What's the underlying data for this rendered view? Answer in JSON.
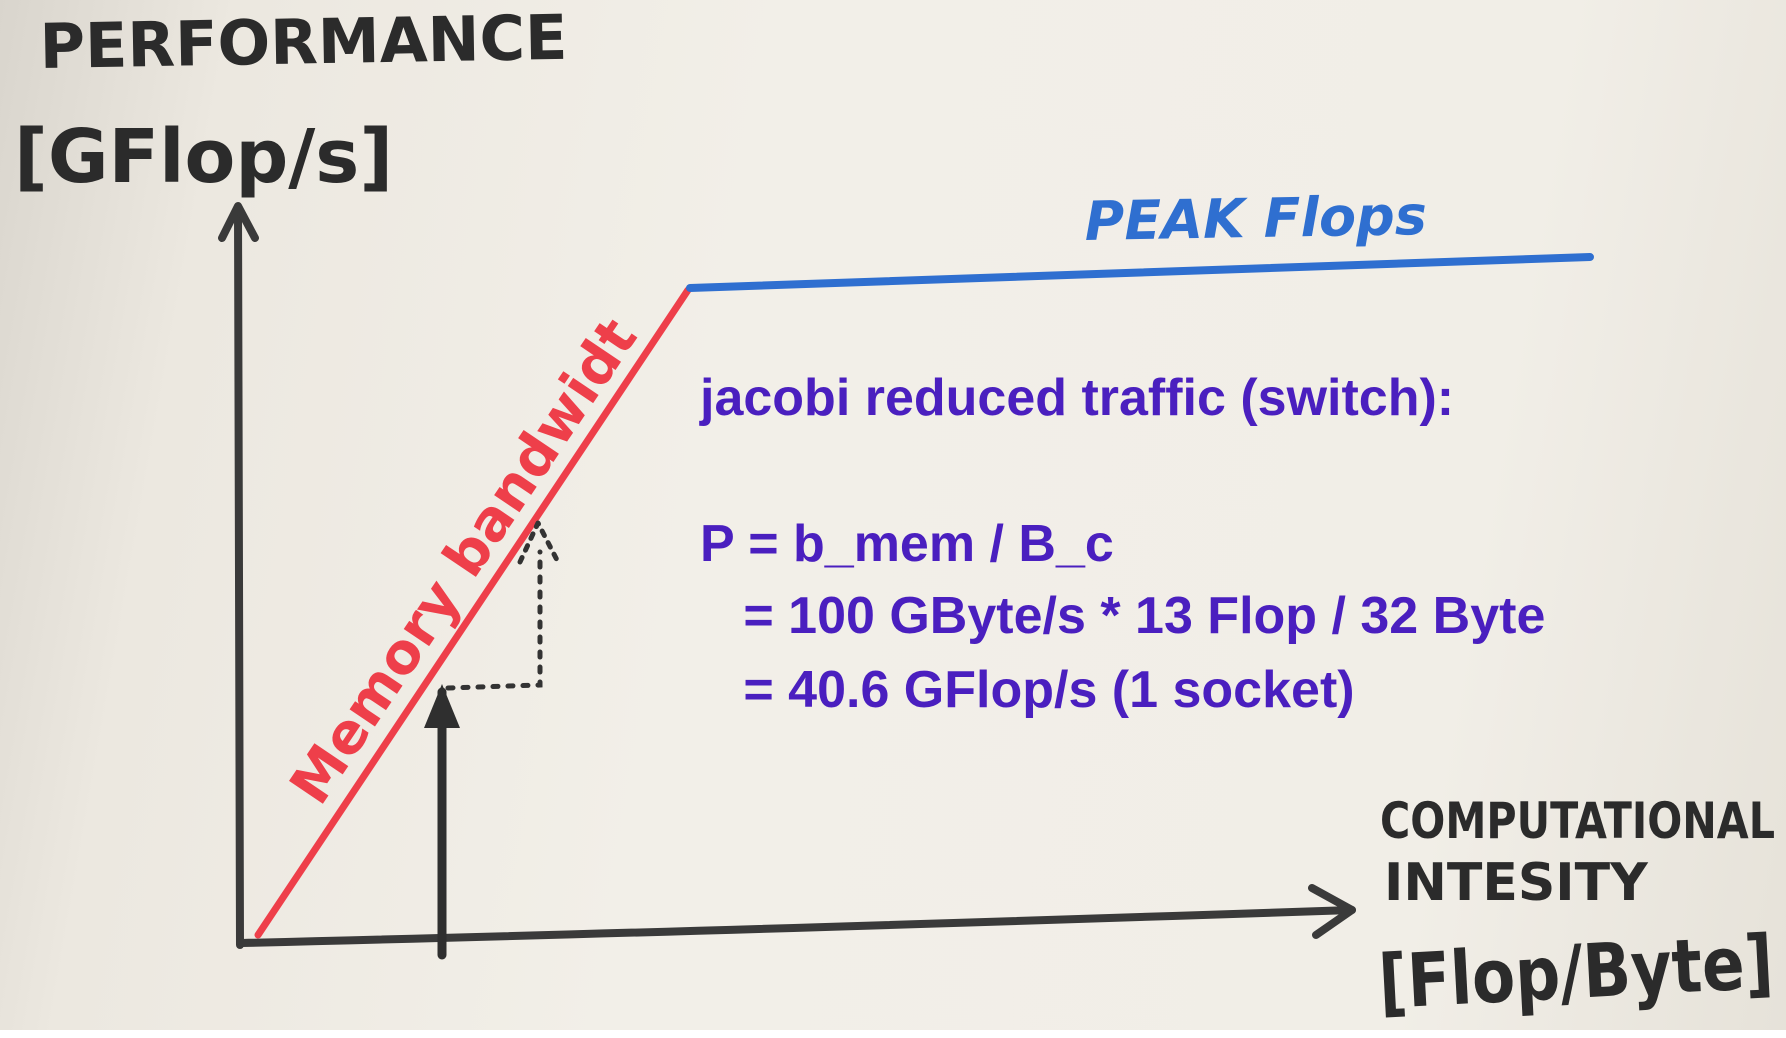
{
  "y_axis": {
    "title": "PERFORMANCE",
    "unit": "[GFlop/s]"
  },
  "x_axis": {
    "title_line1": "COMPUTATIONAL",
    "title_line2": "INTESITY",
    "unit": "[Flop/Byte]"
  },
  "roofline": {
    "peak_label": "PEAK Flops",
    "bandwidth_label": "Memory bandwidt"
  },
  "annotation": {
    "heading": "jacobi reduced traffic (switch):",
    "formula_line1": "P = b_mem / B_c",
    "formula_line2": "   = 100 GByte/s * 13 Flop / 32 Byte",
    "formula_line3": "   = 40.6 GFlop/s (1 socket)"
  },
  "colors": {
    "axis": "#3a3a3a",
    "memory_line": "#ee3f4a",
    "peak_line": "#2f6fd0",
    "annotation_text": "#4a1fbf"
  }
}
